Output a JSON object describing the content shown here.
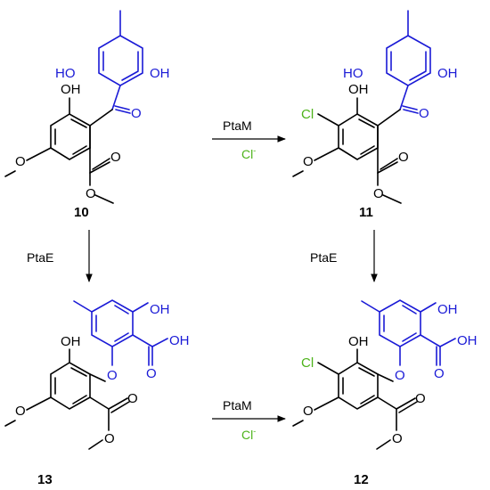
{
  "compounds": {
    "c10": "10",
    "c11": "11",
    "c12": "12",
    "c13": "13"
  },
  "reactions": {
    "top": {
      "enzyme": "PtaM",
      "reagent": "Cl",
      "charge": "-"
    },
    "bottom": {
      "enzyme": "PtaM",
      "reagent": "Cl",
      "charge": "-"
    },
    "left": {
      "enzyme": "PtaE"
    },
    "right": {
      "enzyme": "PtaE"
    }
  },
  "atoms": {
    "OH": "OH",
    "HO": "HO",
    "O": "O",
    "Cl": "Cl"
  },
  "colors": {
    "blue": "#1a1ad6",
    "green": "#4db31a",
    "black": "#000000"
  }
}
